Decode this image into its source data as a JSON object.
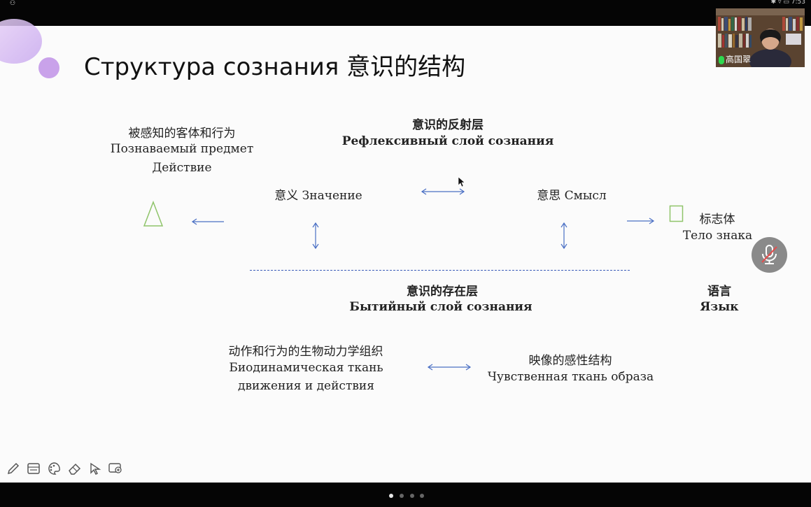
{
  "status_bar": {
    "left_icons": "⚇",
    "right_text": "✱ ▿ ▭ 7:53"
  },
  "slide": {
    "title": "Структура сознания  意识的结构",
    "reflexive_layer": {
      "cn": "意识的反射层",
      "ru": "Рефлексивный слой сознания"
    },
    "perceived_object": {
      "cn": "被感知的客体和行为",
      "ru_1": "Познаваемый предмет",
      "ru_2": "Действие"
    },
    "meaning": "意义 Значение",
    "sense": "意思 Смысл",
    "sign_body": {
      "cn": "标志体",
      "ru": "Тело знака"
    },
    "existential_layer": {
      "cn": "意识的存在层",
      "ru": "Бытийный слой сознания"
    },
    "language": {
      "cn": "语言",
      "ru": "Язык"
    },
    "biodynamic": {
      "cn": "动作和行为的生物动力学组织",
      "ru_1": "Биодинамическая ткань",
      "ru_2": "движения и действия"
    },
    "sensory": {
      "cn": "映像的感性结构",
      "ru": "Чувственная ткань образа"
    }
  },
  "video": {
    "participant_name": "高国翠"
  },
  "toolbar": {
    "icons": [
      "pencil-icon",
      "whiteboard-icon",
      "palette-icon",
      "eraser-icon",
      "pointer-icon",
      "screen-share-icon"
    ]
  },
  "pagination": {
    "page_count": 4,
    "current_page": 1
  },
  "colors": {
    "arrow": "#4a6fc4",
    "triangle": "#8fc46a",
    "square": "#8fc46a",
    "dashed_line": "#3a5cb8",
    "blob": "#c9a2ea"
  }
}
